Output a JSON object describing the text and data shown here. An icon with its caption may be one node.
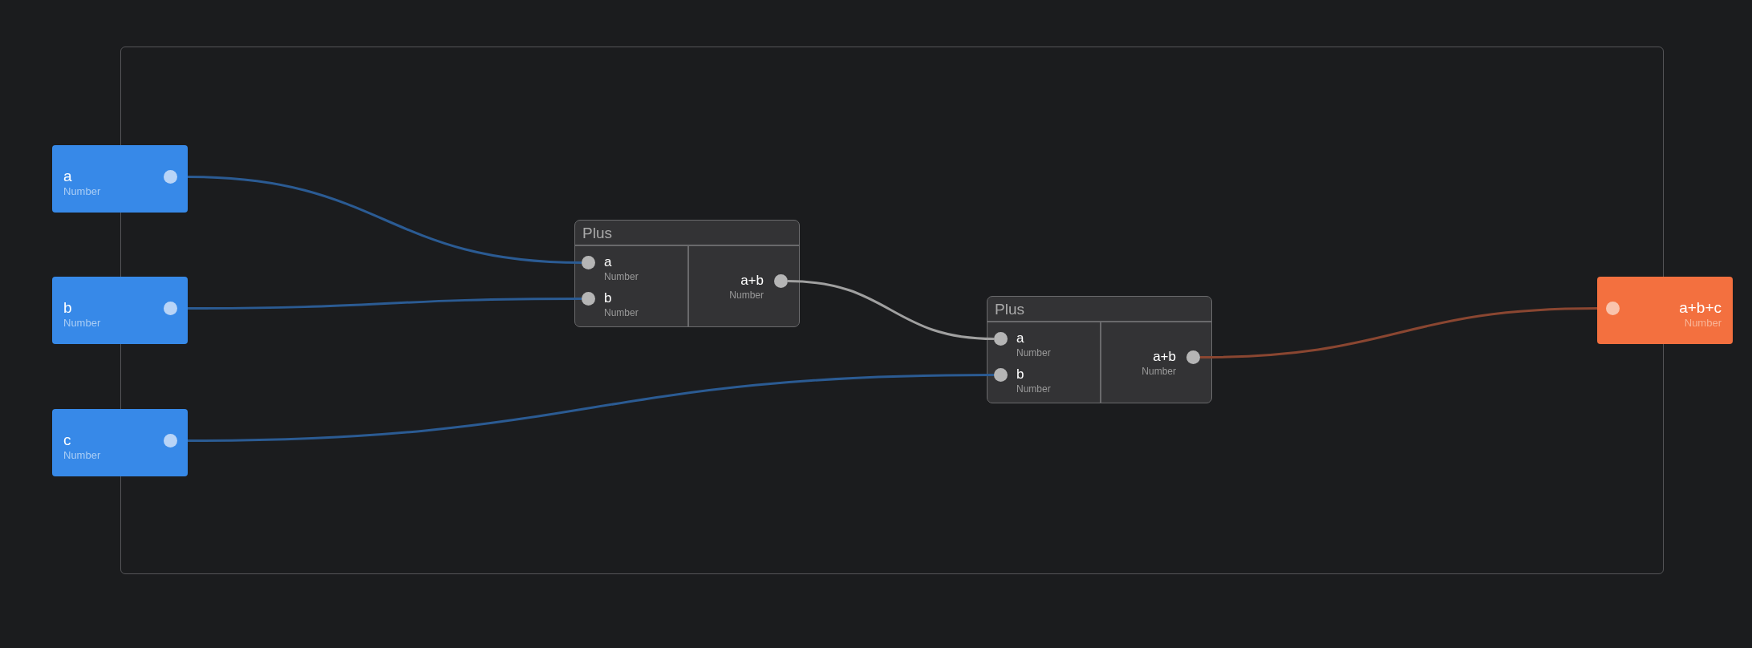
{
  "diagram": {
    "nodes": [
      {
        "text": [],
        "shape": "box"
      },
      {
        "text": [
          "a",
          "Number"
        ]
      },
      {
        "text": [
          "b",
          "Number"
        ]
      },
      {
        "text": [
          "c",
          "Number"
        ]
      },
      {
        "text": [
          "Plus"
        ],
        "in": 0
      },
      {
        "text": [
          "a",
          "Number"
        ],
        "in": 4
      },
      {
        "text": [
          "b",
          "Number"
        ],
        "in": 4
      },
      {
        "text": [
          "a+b",
          "Number"
        ],
        "in": 4
      },
      {
        "text": [
          "Plus"
        ],
        "in": 0
      },
      {
        "text": [
          "a",
          "Number"
        ],
        "in": 8
      },
      {
        "text": [
          "b",
          "Number"
        ],
        "in": 8
      },
      {
        "text": [
          "a+b",
          "Number"
        ],
        "in": 8
      },
      {
        "text": [
          "a+b+c",
          "Number"
        ]
      }
    ],
    "edges": [
      {
        "from": 1,
        "to": 5,
        "arrow": "none"
      },
      {
        "from": 2,
        "to": 6,
        "arrow": "none"
      },
      {
        "from": 7,
        "to": 9,
        "arrow": "none",
        "color": "#a0a0a0"
      },
      {
        "from": 3,
        "to": 10,
        "arrow": "none"
      },
      {
        "from": 11,
        "to": 12,
        "arrow": "none",
        "color": "#8a4631"
      }
    ]
  }
}
